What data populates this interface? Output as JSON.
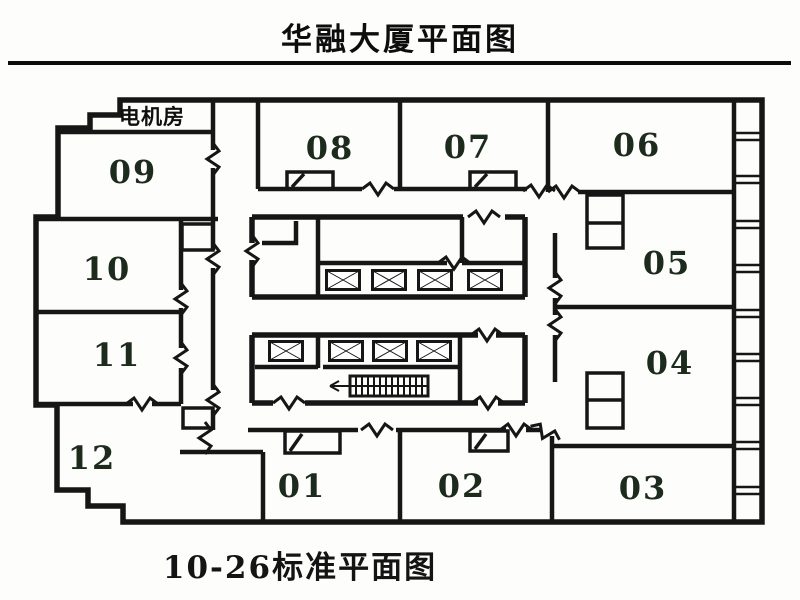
{
  "title": "华融大厦平面图",
  "caption": "10-26标准平面图",
  "machine_room": {
    "label": "电机房"
  },
  "rooms": {
    "r01": {
      "label": "01"
    },
    "r02": {
      "label": "02"
    },
    "r03": {
      "label": "03"
    },
    "r04": {
      "label": "04"
    },
    "r05": {
      "label": "05"
    },
    "r06": {
      "label": "06"
    },
    "r07": {
      "label": "07"
    },
    "r08": {
      "label": "08"
    },
    "r09": {
      "label": "09"
    },
    "r10": {
      "label": "10"
    },
    "r11": {
      "label": "11"
    },
    "r12": {
      "label": "12"
    }
  },
  "colors": {
    "wall": "#161616",
    "room_label": "#1d2b1d",
    "title_text": "#0d0d0d"
  },
  "symbols": {
    "elevator": "x-box-shaft",
    "staircase": "hatched-steps",
    "door": "zigzag-break",
    "elevator_count_upper": 4,
    "elevator_count_lower": 4
  }
}
